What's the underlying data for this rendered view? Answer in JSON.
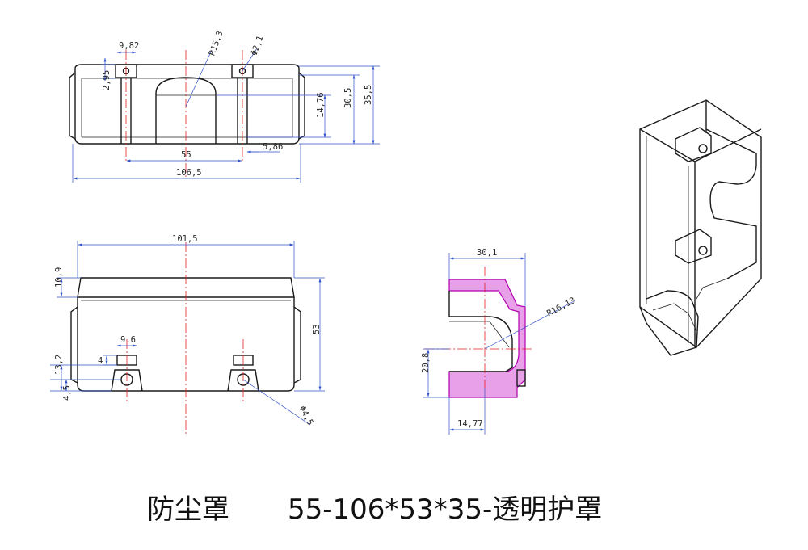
{
  "title": {
    "label": "防尘罩",
    "spec": "55-106*53*35-透明护罩"
  },
  "top_view": {
    "dims": {
      "hole_spacing_small": "9,82",
      "arc_radius": "R15,3",
      "hole_dia": "Φ2,1",
      "ear_height": "2,95",
      "inner_height": "14,76",
      "mid_height": "30,5",
      "total_height": "35,5",
      "center_spacing": "55",
      "ear_offset": "5,86",
      "total_length": "106,5"
    }
  },
  "front_view": {
    "dims": {
      "width": "101,5",
      "top_band": "10,9",
      "height": "53",
      "tab_width": "9.6",
      "tab_offset": "4",
      "hole_height": "13,2",
      "hole_bottom": "4,5",
      "hole_dia": "Φ4,5"
    }
  },
  "section_view": {
    "dims": {
      "depth": "30,1",
      "radius": "R16,13",
      "opening": "20,8",
      "bottom_depth": "14,77"
    }
  },
  "colors": {
    "outline": "#1a1a1a",
    "dimension": "#3050c8",
    "centerline": "#e02020",
    "section_fill": "#e8a0e8",
    "section_stroke": "#b000b0"
  }
}
